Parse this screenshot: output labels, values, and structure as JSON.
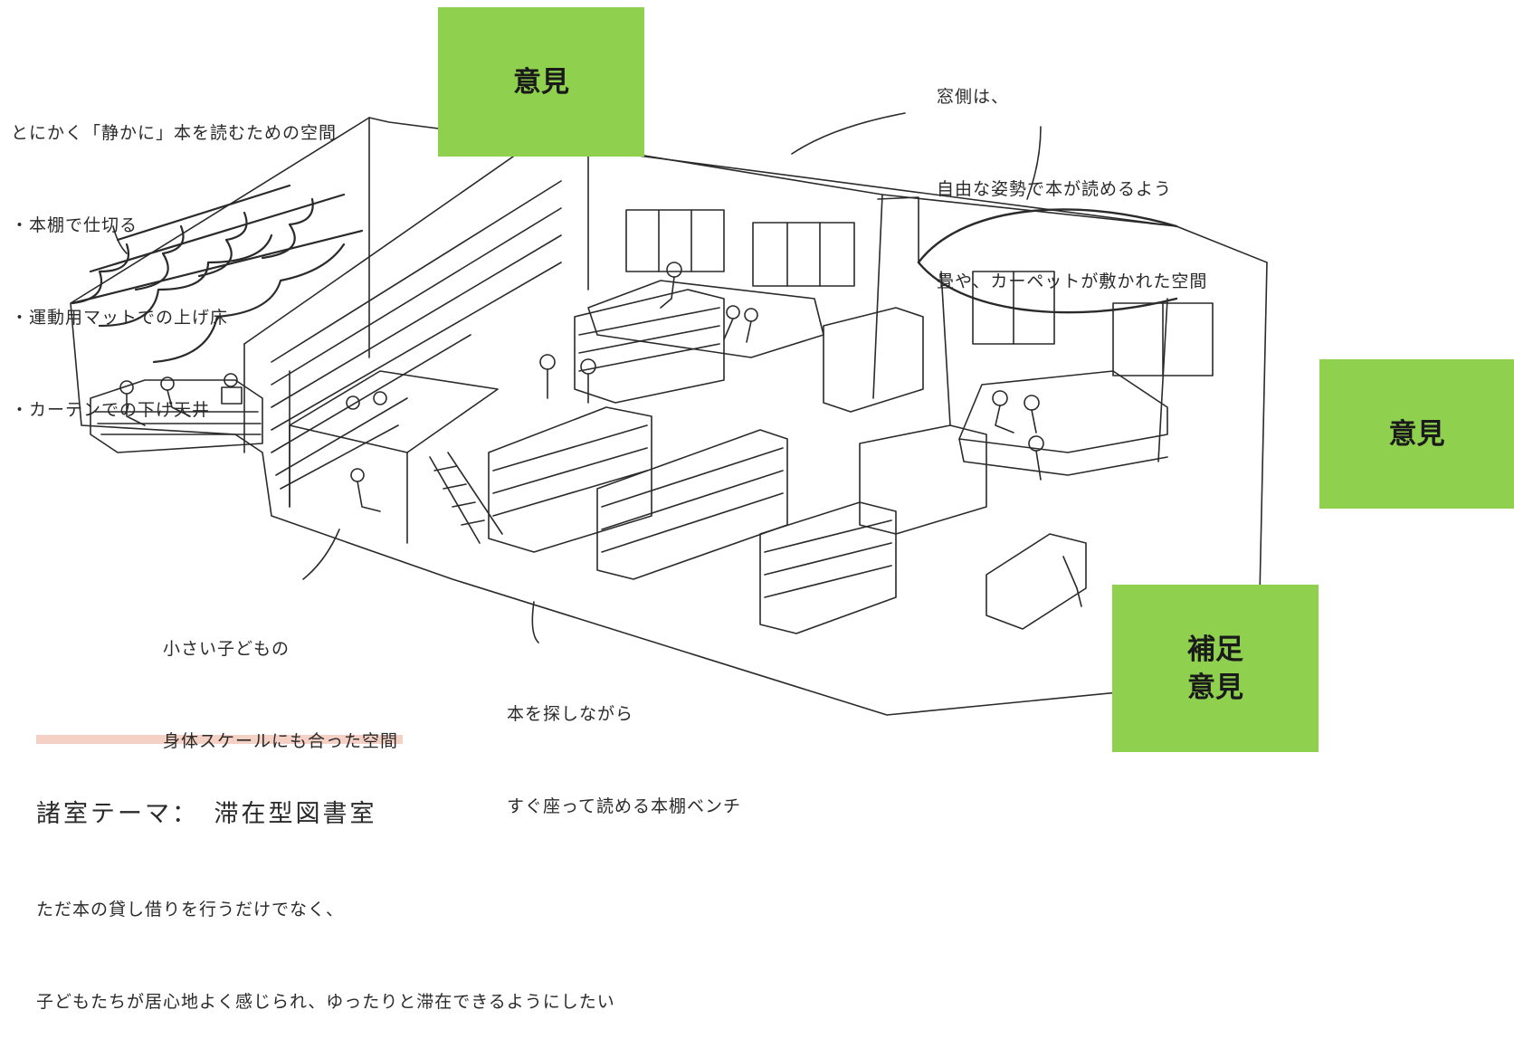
{
  "notes": {
    "quiet": [
      "とにかく「静かに」本を読むための空間",
      "・本棚で仕切る",
      "・運動用マットでの上げ床",
      "・カーテンでの下げ天井"
    ],
    "window": [
      "窓側は、",
      "自由な姿勢で本が読めるよう",
      "畳や、カーペットが敷かれた空間"
    ],
    "kids": [
      "小さい子どもの",
      "身体スケールにも合った空間"
    ],
    "bench": [
      "本を探しながら",
      "すぐ座って読める本棚ベンチ"
    ]
  },
  "title": {
    "heading": "諸室テーマ：　滞在型図書室",
    "lines": [
      "ただ本の貸し借りを行うだけでなく、",
      "子どもたちが居心地よく感じられ、ゆったりと滞在できるようにしたい"
    ]
  },
  "stickies": {
    "top": [
      "意見"
    ],
    "right": [
      "意見"
    ],
    "bottom": [
      "補足",
      "意見"
    ]
  },
  "colors": {
    "sticky": "#8fd14f",
    "ink": "#2a2a2a",
    "highlight": "#f1c4b6"
  }
}
